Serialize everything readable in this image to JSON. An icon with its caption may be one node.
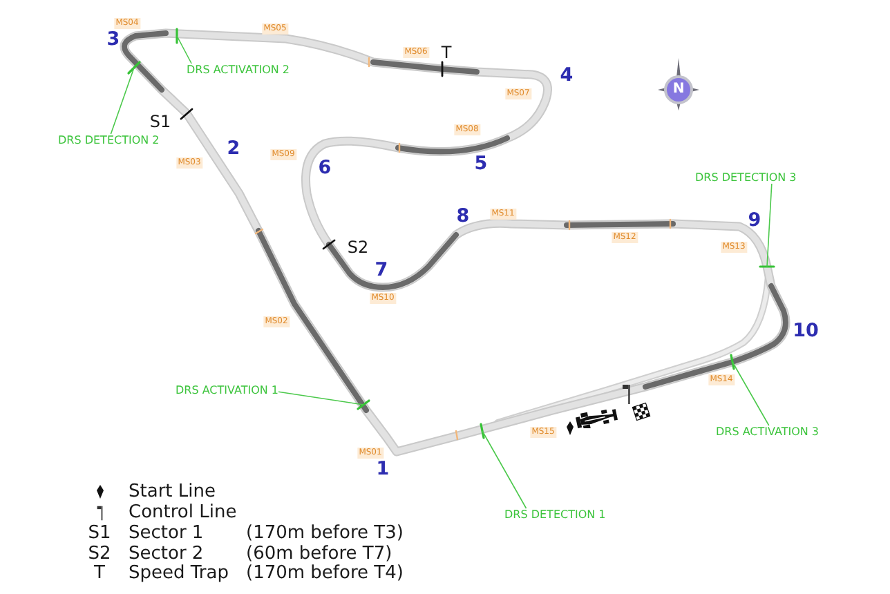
{
  "diagram": {
    "nodes": [
      {
        "text": [
          "DRS ACTIVATION 2"
        ]
      },
      {
        "text": [
          "DRS DETECTION 2"
        ]
      },
      {
        "text": [
          "DRS DETECTION 3"
        ]
      },
      {
        "text": [
          "DRS ACTIVATION 1"
        ]
      },
      {
        "text": [
          "DRS ACTIVATION 3"
        ]
      },
      {
        "text": [
          "DRS DETECTION 1"
        ]
      }
    ],
    "edges": [
      {
        "from": 0,
        "to": null,
        "arrow": "none"
      },
      {
        "from": 1,
        "to": null,
        "arrow": "none"
      },
      {
        "from": 2,
        "to": null,
        "arrow": "none"
      },
      {
        "from": 3,
        "to": null,
        "arrow": "none"
      },
      {
        "from": 4,
        "to": null,
        "arrow": "none"
      },
      {
        "from": 5,
        "to": null,
        "arrow": "none"
      }
    ],
    "labels": [
      "MS04",
      "MS05",
      "3",
      "MS06",
      "T",
      "4",
      "N",
      "MS07",
      "S1",
      "MS08",
      "2",
      "MS09",
      "MS03",
      "6",
      "5",
      "MS11",
      "8",
      "9",
      "MS12",
      "S2",
      "MS13",
      "7",
      "MS10",
      "MS02",
      "10",
      "MS14",
      "MS15",
      "MS01",
      "1",
      "S1",
      "(170m before T3)",
      "S2",
      "(60m before T7)",
      "T",
      "(170m before T4)"
    ],
    "legend": [
      {
        "text": "Start Line"
      },
      {
        "text": "Control Line"
      },
      {
        "text": "Sector 1"
      },
      {
        "text": "Sector 2"
      },
      {
        "text": "Speed Trap"
      }
    ]
  }
}
